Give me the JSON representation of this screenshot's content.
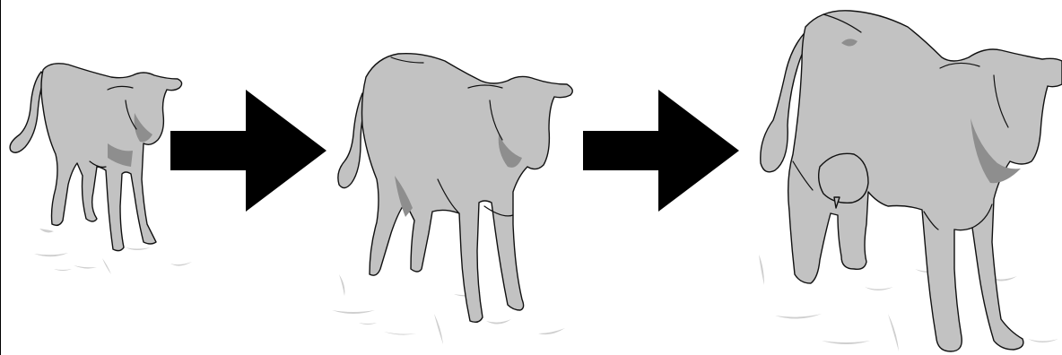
{
  "figure": {
    "stages": [
      {
        "id": "calf",
        "icon": "calf-icon"
      },
      {
        "id": "heifer",
        "icon": "heifer-icon"
      },
      {
        "id": "cow",
        "icon": "cow-icon"
      }
    ],
    "connectors": [
      "arrow-right-icon",
      "arrow-right-icon"
    ],
    "colors": {
      "cow_fill": "#c2c2c2",
      "cow_shade": "#8e8e8e",
      "ground": "#cfcfcf",
      "arrow": "#000000",
      "background": "#ffffff"
    }
  }
}
